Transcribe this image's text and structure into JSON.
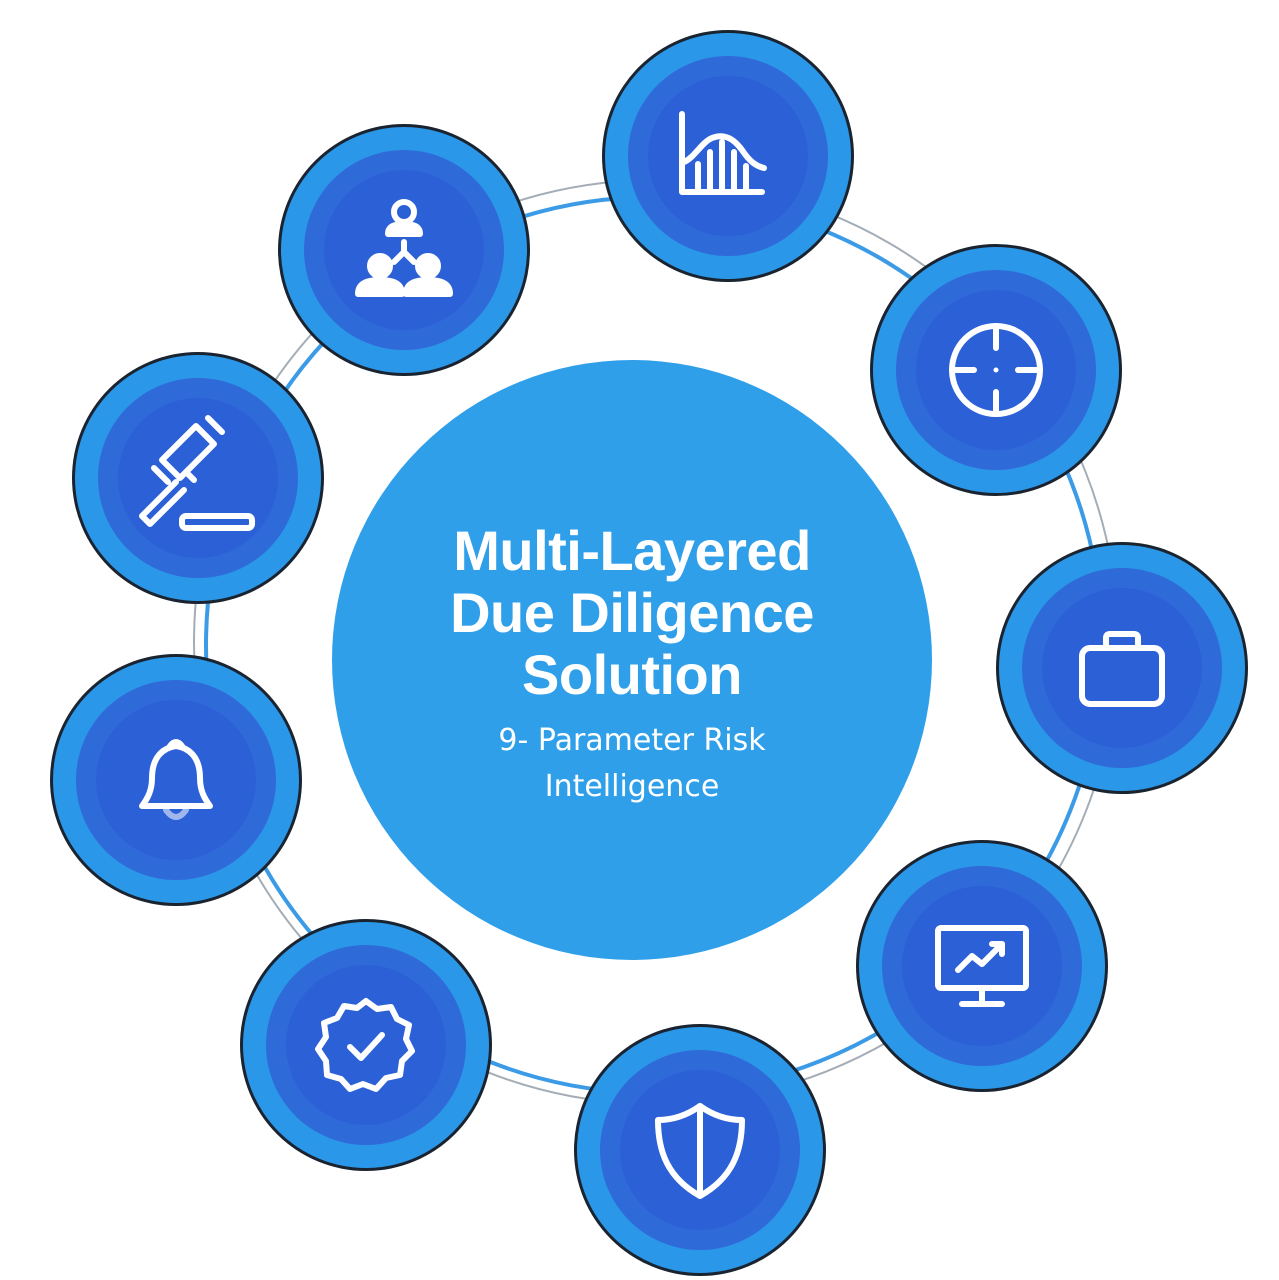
{
  "hub": {
    "title": "Multi-Layered Due Diligence Solution",
    "subtitle": "9- Parameter Risk Intelligence"
  },
  "colors": {
    "hub_fill": "#2f9fea",
    "node_outer": "#2b97e8",
    "node_ring": "#2f6ad9",
    "node_inner": "#2c60d6",
    "ring_line": "#3b9be6",
    "icon_stroke": "#ffffff"
  },
  "nodes": [
    {
      "name": "analytics-chart",
      "icon": "bar-bell-curve-chart-icon"
    },
    {
      "name": "target",
      "icon": "crosshair-target-icon"
    },
    {
      "name": "business",
      "icon": "briefcase-icon"
    },
    {
      "name": "monitoring",
      "icon": "monitor-trend-icon"
    },
    {
      "name": "protection",
      "icon": "shield-icon"
    },
    {
      "name": "verification",
      "icon": "verified-badge-icon"
    },
    {
      "name": "alerts",
      "icon": "bell-icon"
    },
    {
      "name": "legal",
      "icon": "gavel-icon"
    },
    {
      "name": "network",
      "icon": "people-hierarchy-icon"
    }
  ]
}
